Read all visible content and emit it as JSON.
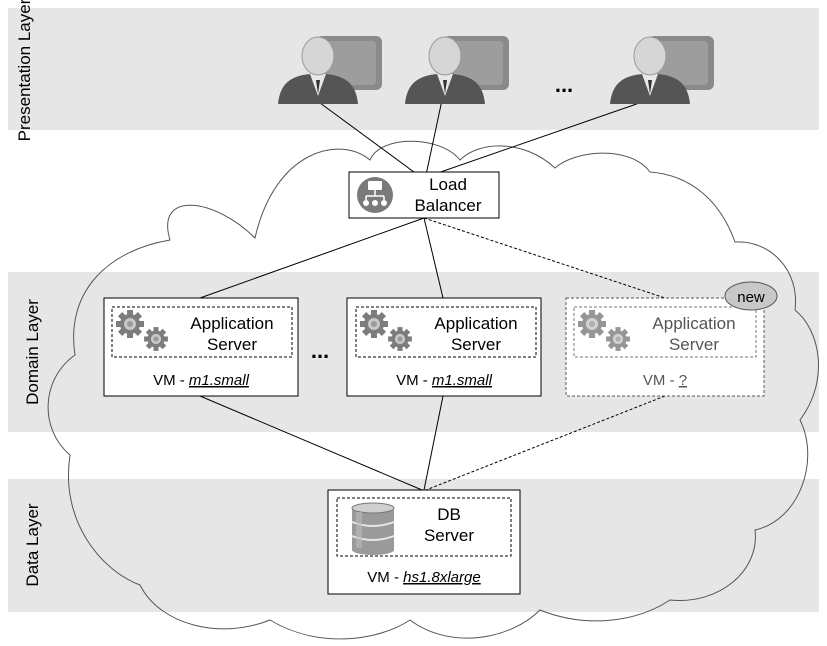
{
  "layers": {
    "presentation": "Presentation Layer",
    "domain": "Domain Layer",
    "data": "Data Layer"
  },
  "clients": {
    "ellipsis": "..."
  },
  "load_balancer": {
    "line1": "Load",
    "line2": "Balancer"
  },
  "app_servers": [
    {
      "line1": "Application",
      "line2": "Server",
      "vm_prefix": "VM - ",
      "vm_type": "m1.small"
    },
    {
      "line1": "Application",
      "line2": "Server",
      "vm_prefix": "VM - ",
      "vm_type": "m1.small"
    },
    {
      "line1": "Application",
      "line2": "Server",
      "vm_prefix": "VM - ",
      "vm_type": "?",
      "badge": "new"
    }
  ],
  "server_ellipsis": "...",
  "db_server": {
    "line1": "DB",
    "line2": "Server",
    "vm_prefix": "VM - ",
    "vm_type": "hs1.8xlarge"
  },
  "colors": {
    "layer_band": "#e6e6e6",
    "figure_dark": "#555555",
    "figure_light": "#d6d6d6",
    "monitor": "#8a8a8a",
    "gear": "#7d7d7d",
    "db": "#9a9a9a"
  }
}
